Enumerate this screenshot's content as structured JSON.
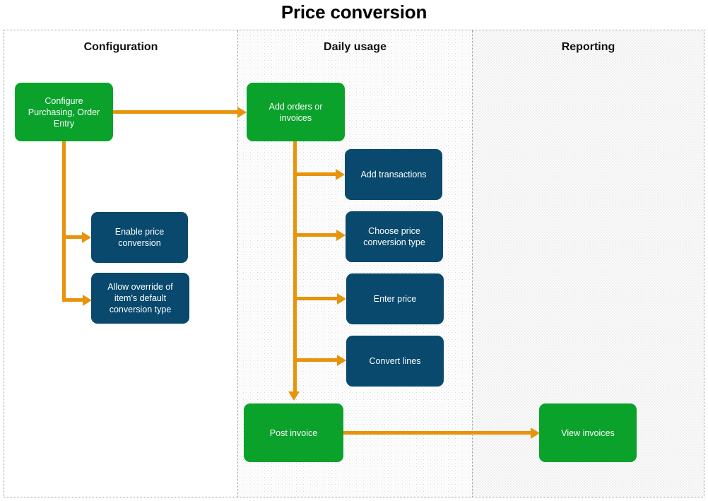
{
  "diagram": {
    "title": "Price conversion",
    "type": "swimlane-flowchart",
    "colors": {
      "green_node": "#0aa22b",
      "navy_node": "#08496d",
      "connector_orange": "#e8930c",
      "lane_border": "#9b9b9b",
      "node_text": "#ffffff",
      "title_text": "#000000"
    }
  },
  "lanes": [
    {
      "id": "configuration",
      "label": "Configuration"
    },
    {
      "id": "daily-usage",
      "label": "Daily usage"
    },
    {
      "id": "reporting",
      "label": "Reporting"
    }
  ],
  "nodes": {
    "configure_purchasing": {
      "label": "Configure Purchasing, Order Entry",
      "lane": "configuration",
      "style": "green"
    },
    "enable_price_conversion": {
      "label": "Enable price conversion",
      "lane": "configuration",
      "style": "navy"
    },
    "allow_override": {
      "label": "Allow override of item's default conversion type",
      "lane": "configuration",
      "style": "navy"
    },
    "add_orders": {
      "label": "Add orders or invoices",
      "lane": "daily-usage",
      "style": "green"
    },
    "add_transactions": {
      "label": "Add transactions",
      "lane": "daily-usage",
      "style": "navy"
    },
    "choose_conversion_type": {
      "label": "Choose price conversion type",
      "lane": "daily-usage",
      "style": "navy"
    },
    "enter_price": {
      "label": "Enter price",
      "lane": "daily-usage",
      "style": "navy"
    },
    "convert_lines": {
      "label": "Convert lines",
      "lane": "daily-usage",
      "style": "navy"
    },
    "post_invoice": {
      "label": "Post invoice",
      "lane": "daily-usage",
      "style": "green"
    },
    "view_invoices": {
      "label": "View invoices",
      "lane": "reporting",
      "style": "green"
    }
  },
  "edges": [
    {
      "from": "configure_purchasing",
      "to": "add_orders"
    },
    {
      "from": "configure_purchasing",
      "to": "enable_price_conversion"
    },
    {
      "from": "configure_purchasing",
      "to": "allow_override"
    },
    {
      "from": "add_orders",
      "to": "add_transactions"
    },
    {
      "from": "add_orders",
      "to": "choose_conversion_type"
    },
    {
      "from": "add_orders",
      "to": "enter_price"
    },
    {
      "from": "add_orders",
      "to": "convert_lines"
    },
    {
      "from": "add_orders",
      "to": "post_invoice"
    },
    {
      "from": "post_invoice",
      "to": "view_invoices"
    }
  ]
}
